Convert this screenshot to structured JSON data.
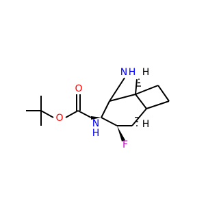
{
  "molecule": {
    "atoms": {
      "n_bridge": "N",
      "h_bridge": "H",
      "o_carbonyl": "O",
      "o_ether": "O",
      "n_carbamate": "N",
      "h_carbamate": "H",
      "f": "F"
    },
    "stereo_h": {
      "c1": "H",
      "c5": "H"
    }
  },
  "colors": {
    "bond": "#000000",
    "nitrogen": "#0000ff",
    "oxygen": "#ff0000",
    "fluorine": "#cc00cc",
    "carbon_hydrogen": "#000000"
  }
}
